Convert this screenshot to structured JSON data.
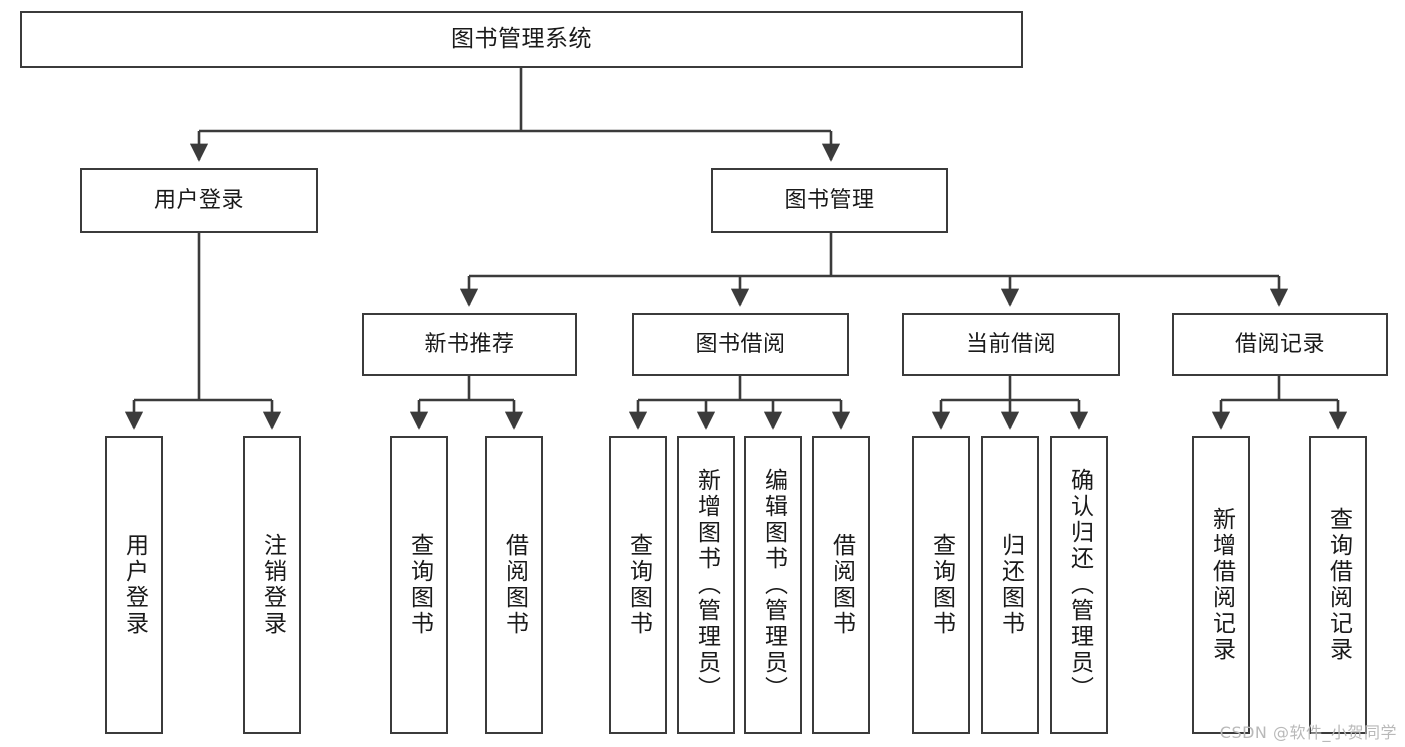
{
  "diagram": {
    "title": "图书管理系统",
    "type": "tree",
    "colors": {
      "box_border": "#3b3b3b",
      "box_fill": "#ffffff",
      "edge": "#3b3b3b",
      "text": "#1a1a1a",
      "watermark": "#b9b9b9",
      "background": "#ffffff"
    },
    "root": {
      "id": "root",
      "label": "图书管理系统"
    },
    "level2": [
      {
        "id": "n-user-login",
        "label": "用户登录"
      },
      {
        "id": "n-book-manage",
        "label": "图书管理"
      }
    ],
    "level3": [
      {
        "id": "n-new-book-rec",
        "label": "新书推荐"
      },
      {
        "id": "n-book-borrow",
        "label": "图书借阅"
      },
      {
        "id": "n-current-borrow",
        "label": "当前借阅"
      },
      {
        "id": "n-borrow-record",
        "label": "借阅记录"
      }
    ],
    "leaves": [
      {
        "id": "leaf-user-login",
        "label": "用户登录",
        "parent": "n-user-login"
      },
      {
        "id": "leaf-logout-login",
        "label": "注销登录",
        "parent": "n-user-login"
      },
      {
        "id": "leaf-query-book-1",
        "label": "查询图书",
        "parent": "n-new-book-rec"
      },
      {
        "id": "leaf-borrow-book-1",
        "label": "借阅图书",
        "parent": "n-new-book-rec"
      },
      {
        "id": "leaf-query-book-2",
        "label": "查询图书",
        "parent": "n-book-borrow"
      },
      {
        "id": "leaf-add-book",
        "label": "新增图书（管理员）",
        "parent": "n-book-borrow"
      },
      {
        "id": "leaf-edit-book",
        "label": "编辑图书（管理员）",
        "parent": "n-book-borrow"
      },
      {
        "id": "leaf-borrow-book-2",
        "label": "借阅图书",
        "parent": "n-book-borrow"
      },
      {
        "id": "leaf-query-book-3",
        "label": "查询图书",
        "parent": "n-current-borrow"
      },
      {
        "id": "leaf-return-book",
        "label": "归还图书",
        "parent": "n-current-borrow"
      },
      {
        "id": "leaf-confirm-return",
        "label": "确认归还（管理员）",
        "parent": "n-current-borrow"
      },
      {
        "id": "leaf-add-record",
        "label": "新增借阅记录",
        "parent": "n-borrow-record"
      },
      {
        "id": "leaf-query-record",
        "label": "查询借阅记录",
        "parent": "n-borrow-record"
      }
    ],
    "watermark": "CSDN @软件_小贺同学"
  }
}
